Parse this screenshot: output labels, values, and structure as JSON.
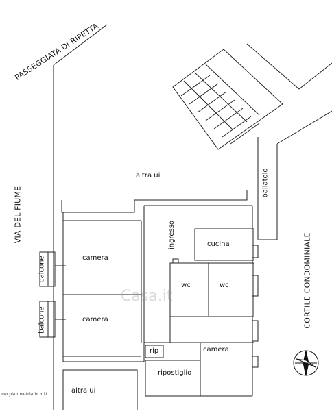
{
  "streets": {
    "passeggiata": "PASSEGGIATA DI RIPETTA",
    "via": "VIA DEL FIUME",
    "cortile": "CORTILE CONDOMINIALE"
  },
  "labels": {
    "altra_ui_top": "altra ui",
    "altra_ui_bottom": "altra ui",
    "ballatoio": "ballatoio",
    "ingresso": "ingresso",
    "cucina": "cucina",
    "camera_1": "camera",
    "camera_2": "camera",
    "camera_3": "camera",
    "wc_1": "wc",
    "wc_2": "wc",
    "rip": "rip",
    "ripostiglio": "ripostiglio",
    "balcone_1": "balcone",
    "balcone_2": "balcone"
  },
  "footer": {
    "note": "ma planimetria in atti"
  },
  "watermark": "Casa.it"
}
